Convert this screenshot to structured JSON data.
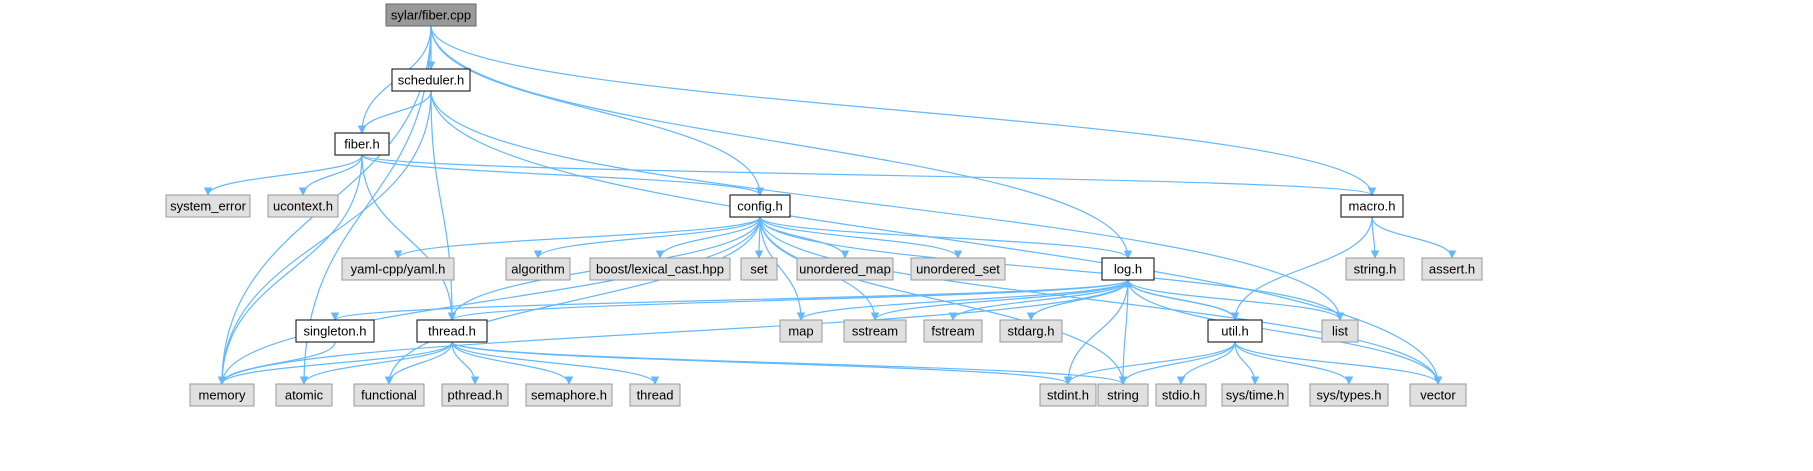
{
  "colors": {
    "edge": "#63b8ff",
    "root_fill": "#999999",
    "root_stroke": "#666666",
    "local_fill": "#ffffff",
    "local_stroke": "#000000",
    "system_fill": "#e0e0e0",
    "system_stroke": "#999999"
  },
  "nodes": {
    "fiber_cpp": {
      "label": "sylar/fiber.cpp",
      "kind": "root"
    },
    "scheduler_h": {
      "label": "scheduler.h",
      "kind": "local"
    },
    "fiber_h": {
      "label": "fiber.h",
      "kind": "local"
    },
    "config_h": {
      "label": "config.h",
      "kind": "local"
    },
    "macro_h": {
      "label": "macro.h",
      "kind": "local"
    },
    "log_h": {
      "label": "log.h",
      "kind": "local"
    },
    "util_h": {
      "label": "util.h",
      "kind": "local"
    },
    "thread_h": {
      "label": "thread.h",
      "kind": "local"
    },
    "singleton_h": {
      "label": "singleton.h",
      "kind": "local"
    },
    "system_error": {
      "label": "system_error",
      "kind": "system"
    },
    "ucontext_h": {
      "label": "ucontext.h",
      "kind": "system"
    },
    "yaml_h": {
      "label": "yaml-cpp/yaml.h",
      "kind": "system"
    },
    "algorithm": {
      "label": "algorithm",
      "kind": "system"
    },
    "lexical_cast": {
      "label": "boost/lexical_cast.hpp",
      "kind": "system"
    },
    "set": {
      "label": "set",
      "kind": "system"
    },
    "unordered_map": {
      "label": "unordered_map",
      "kind": "system"
    },
    "unordered_set": {
      "label": "unordered_set",
      "kind": "system"
    },
    "string_h": {
      "label": "string.h",
      "kind": "system"
    },
    "assert_h": {
      "label": "assert.h",
      "kind": "system"
    },
    "map": {
      "label": "map",
      "kind": "system"
    },
    "sstream": {
      "label": "sstream",
      "kind": "system"
    },
    "fstream": {
      "label": "fstream",
      "kind": "system"
    },
    "stdarg_h": {
      "label": "stdarg.h",
      "kind": "system"
    },
    "list": {
      "label": "list",
      "kind": "system"
    },
    "memory": {
      "label": "memory",
      "kind": "system"
    },
    "atomic": {
      "label": "atomic",
      "kind": "system"
    },
    "functional": {
      "label": "functional",
      "kind": "system"
    },
    "pthread_h": {
      "label": "pthread.h",
      "kind": "system"
    },
    "semaphore_h": {
      "label": "semaphore.h",
      "kind": "system"
    },
    "thread": {
      "label": "thread",
      "kind": "system"
    },
    "stdint_h": {
      "label": "stdint.h",
      "kind": "system"
    },
    "string": {
      "label": "string",
      "kind": "system"
    },
    "stdio_h": {
      "label": "stdio.h",
      "kind": "system"
    },
    "sys_time_h": {
      "label": "sys/time.h",
      "kind": "system"
    },
    "sys_types_h": {
      "label": "sys/types.h",
      "kind": "system"
    },
    "vector": {
      "label": "vector",
      "kind": "system"
    }
  },
  "edges": [
    [
      "fiber_cpp",
      "scheduler_h"
    ],
    [
      "fiber_cpp",
      "fiber_h"
    ],
    [
      "fiber_cpp",
      "config_h"
    ],
    [
      "fiber_cpp",
      "macro_h"
    ],
    [
      "fiber_cpp",
      "log_h"
    ],
    [
      "fiber_cpp",
      "memory"
    ],
    [
      "fiber_cpp",
      "atomic"
    ],
    [
      "scheduler_h",
      "fiber_h"
    ],
    [
      "scheduler_h",
      "thread_h"
    ],
    [
      "scheduler_h",
      "memory"
    ],
    [
      "scheduler_h",
      "list"
    ],
    [
      "scheduler_h",
      "vector"
    ],
    [
      "fiber_h",
      "system_error"
    ],
    [
      "fiber_h",
      "ucontext_h"
    ],
    [
      "fiber_h",
      "config_h"
    ],
    [
      "fiber_h",
      "macro_h"
    ],
    [
      "fiber_h",
      "thread_h"
    ],
    [
      "fiber_h",
      "memory"
    ],
    [
      "config_h",
      "yaml_h"
    ],
    [
      "config_h",
      "algorithm"
    ],
    [
      "config_h",
      "lexical_cast"
    ],
    [
      "config_h",
      "set"
    ],
    [
      "config_h",
      "unordered_map"
    ],
    [
      "config_h",
      "unordered_set"
    ],
    [
      "config_h",
      "log_h"
    ],
    [
      "config_h",
      "thread_h"
    ],
    [
      "config_h",
      "memory"
    ],
    [
      "config_h",
      "functional"
    ],
    [
      "config_h",
      "map"
    ],
    [
      "config_h",
      "sstream"
    ],
    [
      "config_h",
      "string"
    ],
    [
      "config_h",
      "list"
    ],
    [
      "config_h",
      "vector"
    ],
    [
      "macro_h",
      "string_h"
    ],
    [
      "macro_h",
      "assert_h"
    ],
    [
      "macro_h",
      "util_h"
    ],
    [
      "log_h",
      "memory"
    ],
    [
      "log_h",
      "singleton_h"
    ],
    [
      "log_h",
      "thread_h"
    ],
    [
      "log_h",
      "map"
    ],
    [
      "log_h",
      "sstream"
    ],
    [
      "log_h",
      "fstream"
    ],
    [
      "log_h",
      "stdarg_h"
    ],
    [
      "log_h",
      "list"
    ],
    [
      "log_h",
      "util_h"
    ],
    [
      "log_h",
      "stdint_h"
    ],
    [
      "log_h",
      "string"
    ],
    [
      "log_h",
      "vector"
    ],
    [
      "util_h",
      "log_h"
    ],
    [
      "util_h",
      "stdint_h"
    ],
    [
      "util_h",
      "string"
    ],
    [
      "util_h",
      "stdio_h"
    ],
    [
      "util_h",
      "sys_time_h"
    ],
    [
      "util_h",
      "sys_types_h"
    ],
    [
      "util_h",
      "vector"
    ],
    [
      "singleton_h",
      "memory"
    ],
    [
      "thread_h",
      "memory"
    ],
    [
      "thread_h",
      "atomic"
    ],
    [
      "thread_h",
      "functional"
    ],
    [
      "thread_h",
      "pthread_h"
    ],
    [
      "thread_h",
      "semaphore_h"
    ],
    [
      "thread_h",
      "thread"
    ],
    [
      "thread_h",
      "stdint_h"
    ],
    [
      "thread_h",
      "string"
    ]
  ]
}
